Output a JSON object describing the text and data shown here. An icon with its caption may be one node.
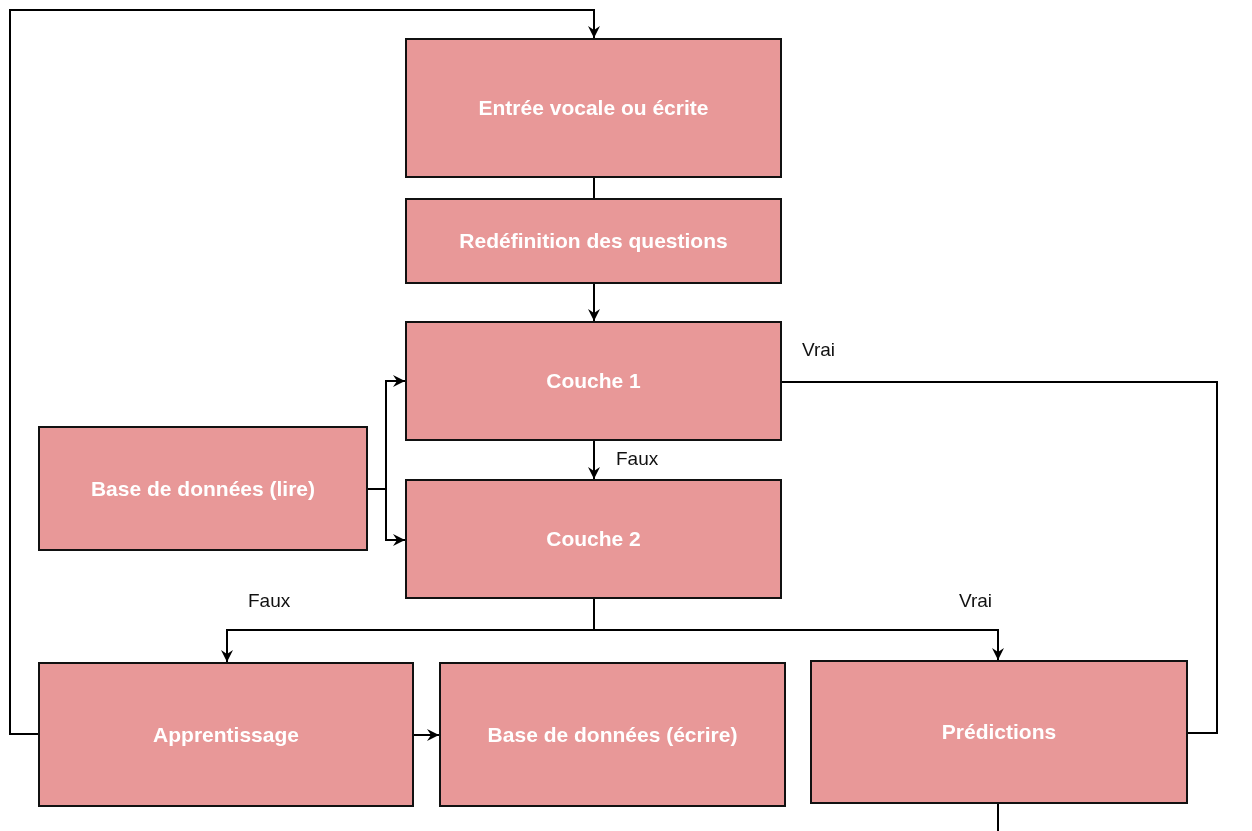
{
  "diagram": {
    "nodes": [
      {
        "text": [
          "Entrée vocale ou écrite"
        ]
      },
      {
        "text": [
          "Redéfinition des questions"
        ]
      },
      {
        "text": [
          "Couche 1"
        ]
      },
      {
        "text": [
          "Base de données (lire)"
        ]
      },
      {
        "text": [
          "Couche 2"
        ]
      },
      {
        "text": [
          "Apprentissage"
        ]
      },
      {
        "text": [
          "Base de données (écrire)"
        ]
      },
      {
        "text": [
          "Prédictions"
        ]
      }
    ],
    "edges": [
      {
        "from": 0,
        "to": 1,
        "arrow": "none"
      },
      {
        "from": 1,
        "to": 2,
        "arrow": "to"
      },
      {
        "from": 3,
        "to": 2,
        "arrow": "to"
      },
      {
        "from": 3,
        "to": 4,
        "arrow": "to"
      },
      {
        "from": 2,
        "to": 4,
        "arrow": "to",
        "label": "Faux"
      },
      {
        "from": 4,
        "to": 5,
        "arrow": "to",
        "label": "Faux"
      },
      {
        "from": 4,
        "to": 7,
        "arrow": "to",
        "label": "Vrai"
      },
      {
        "from": 2,
        "to": 7,
        "arrow": "none",
        "label": "Vrai"
      },
      {
        "from": 5,
        "to": 6,
        "arrow": "to"
      },
      {
        "from": 5,
        "to": 0,
        "arrow": "to"
      },
      {
        "from": 7,
        "to": null,
        "arrow": "none"
      }
    ]
  }
}
